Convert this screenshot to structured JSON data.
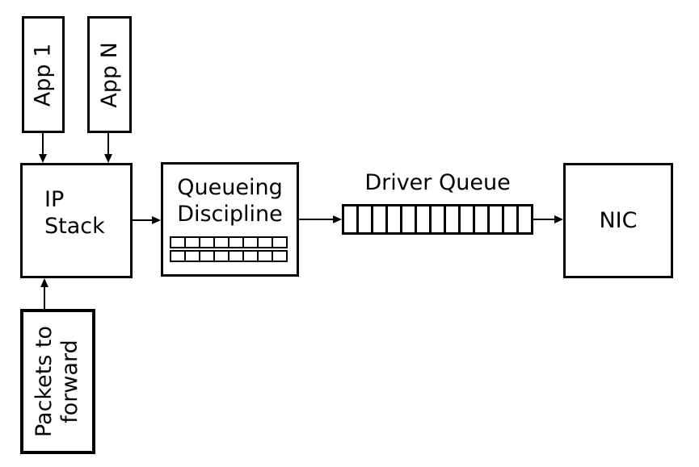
{
  "diagram": {
    "colors": {
      "background": "#ffffff",
      "stroke": "#000000"
    },
    "nodes": {
      "app_1": {
        "label": "App 1"
      },
      "app_n": {
        "label": "App N"
      },
      "ip_stack": {
        "label": "IP\nStack"
      },
      "queueing_discipline": {
        "label": "Queueing\nDiscipline",
        "queue": {
          "rows": 2,
          "cells_per_row": 8
        }
      },
      "driver_queue": {
        "label": "Driver Queue",
        "cells": 13
      },
      "nic": {
        "label": "NIC"
      },
      "packets_to_forward": {
        "label": "Packets to\nforward"
      }
    },
    "edges": [
      {
        "from": "app_1",
        "to": "ip_stack"
      },
      {
        "from": "app_n",
        "to": "ip_stack"
      },
      {
        "from": "ip_stack",
        "to": "queueing_discipline"
      },
      {
        "from": "queueing_discipline",
        "to": "driver_queue"
      },
      {
        "from": "driver_queue",
        "to": "nic"
      },
      {
        "from": "packets_to_forward",
        "to": "ip_stack"
      }
    ]
  }
}
